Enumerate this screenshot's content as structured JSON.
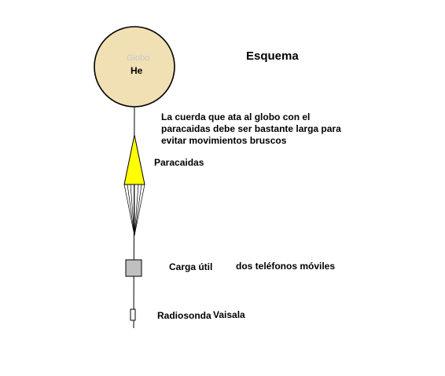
{
  "title": "Esquema",
  "balloon": {
    "name": "Globo",
    "gas": "He",
    "fill": "#f1e0b3",
    "stroke": "#000000"
  },
  "note": {
    "lines": [
      "La cuerda que ata al globo con el",
      "paracaidas debe ser bastante larga para",
      "evitar movimientos bruscos"
    ]
  },
  "parachute": {
    "label": "Paracaidas",
    "fill": "#ffff00"
  },
  "payload": {
    "label": "Carga útil",
    "description": "dos teléfonos móviles",
    "fill": "#c0c0c0"
  },
  "radiosonde": {
    "label": "Radiosonda",
    "description": "Vaisala"
  }
}
